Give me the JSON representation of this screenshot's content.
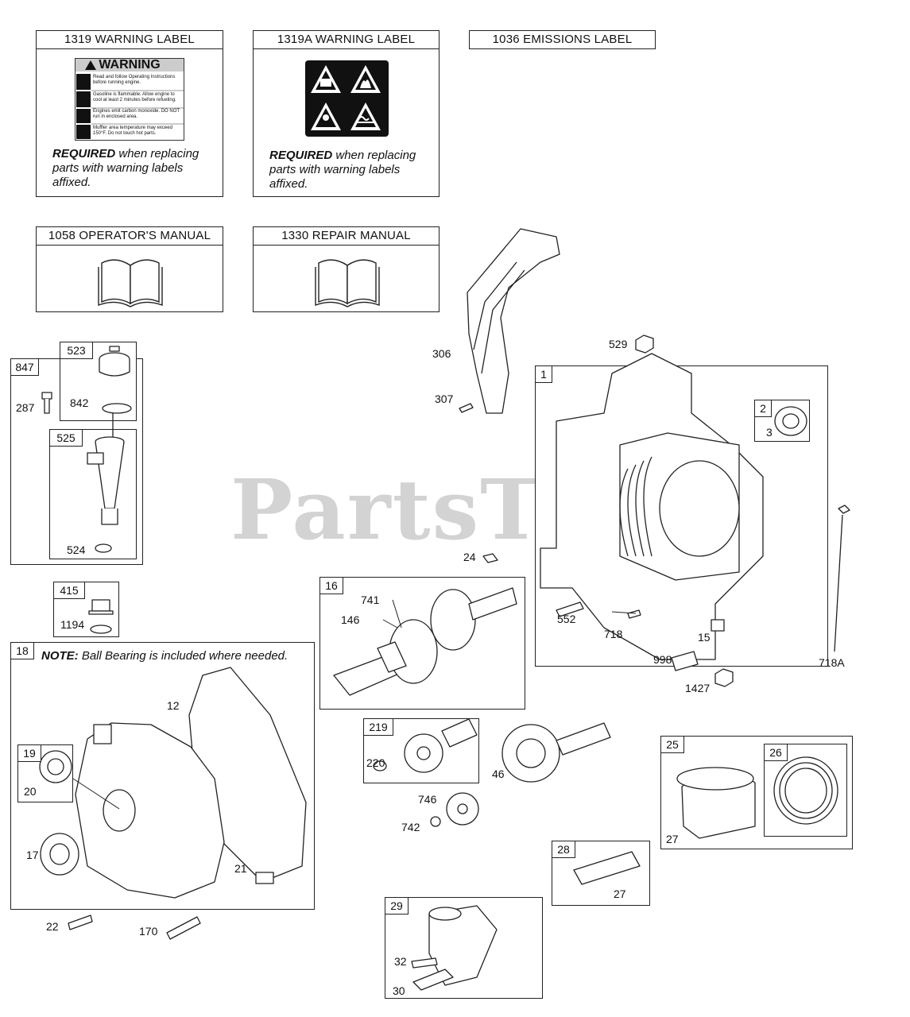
{
  "watermark": "PartsTree",
  "labels": {
    "l1319": {
      "title": "1319 WARNING LABEL",
      "req_bold": "REQUIRED",
      "req_rest": " when replacing parts with warning labels affixed."
    },
    "l1319a": {
      "title": "1319A WARNING LABEL",
      "req_bold": "REQUIRED",
      "req_rest": " when replacing parts with warning labels affixed."
    },
    "l1036": {
      "title": "1036 EMISSIONS LABEL"
    },
    "l1058": {
      "title": "1058 OPERATOR'S MANUAL"
    },
    "l1330": {
      "title": "1330 REPAIR MANUAL"
    }
  },
  "warning_sticker": {
    "title": "WARNING",
    "rows": [
      "Read and follow Operating Instructions before running engine.",
      "Gasoline is flammable. Allow engine to cool at least 2 minutes before refueling.",
      "Engines emit carbon monoxide. DO NOT run in enclosed area.",
      "Muffler area temperature may exceed 150°F. Do not touch hot parts."
    ]
  },
  "note18": {
    "bold": "NOTE:",
    "rest": " Ball Bearing is included where needed."
  },
  "boxes": {
    "b847": "847",
    "b523": "523",
    "b525": "525",
    "b415": "415",
    "b18": "18",
    "b19": "19",
    "b1": "1",
    "b2": "2",
    "b16": "16",
    "b219": "219",
    "b25": "25",
    "b26": "26",
    "b28": "28",
    "b29": "29"
  },
  "parts": {
    "p287": "287",
    "p842": "842",
    "p524": "524",
    "p1194": "1194",
    "p12": "12",
    "p20": "20",
    "p17": "17",
    "p21": "21",
    "p22": "22",
    "p170": "170",
    "p306": "306",
    "p307": "307",
    "p529": "529",
    "p3": "3",
    "p24": "24",
    "p741": "741",
    "p146": "146",
    "p552": "552",
    "p718": "718",
    "p15": "15",
    "p998": "998",
    "p1427": "1427",
    "p718a": "718A",
    "p220": "220",
    "p46": "46",
    "p746": "746",
    "p742": "742",
    "p27a": "27",
    "p27b": "27",
    "p32": "32",
    "p30": "30"
  }
}
